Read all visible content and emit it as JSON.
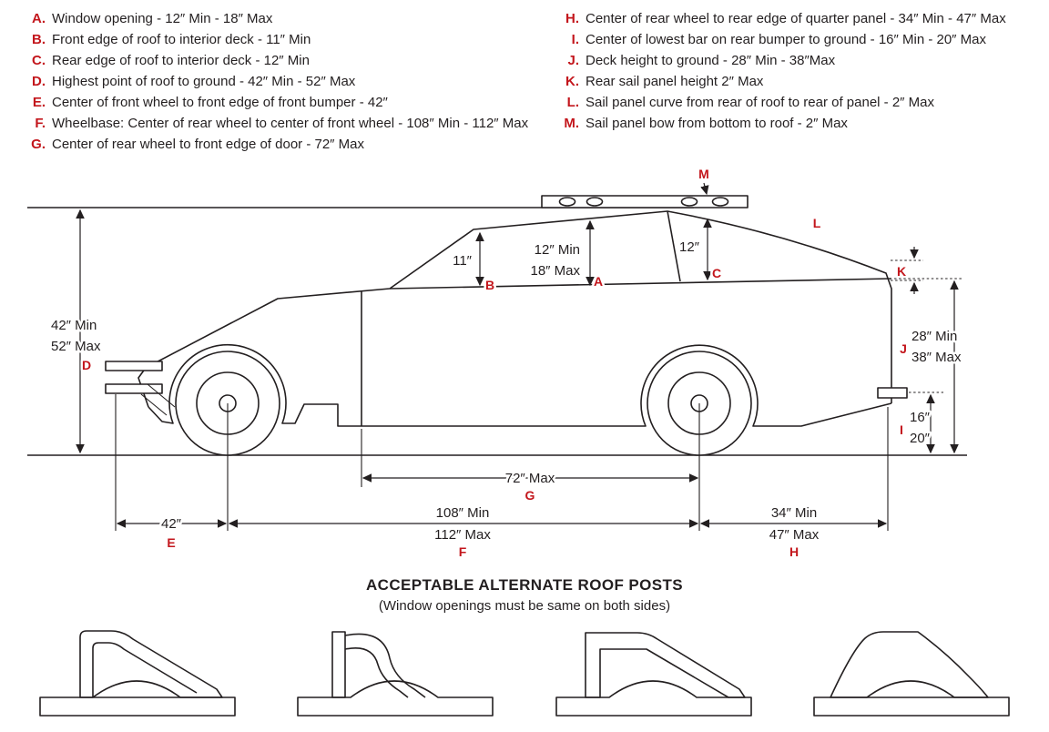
{
  "legend": {
    "left": [
      {
        "letter": "A.",
        "text": "Window opening - 12″ Min - 18″ Max"
      },
      {
        "letter": "B.",
        "text": "Front edge of roof to interior deck - 11″ Min"
      },
      {
        "letter": "C.",
        "text": "Rear edge of roof to interior deck - 12″ Min"
      },
      {
        "letter": "D.",
        "text": "Highest point of roof to ground - 42″ Min - 52″ Max"
      },
      {
        "letter": "E.",
        "text": "Center of front wheel to front edge of front bumper - 42″"
      },
      {
        "letter": "F.",
        "text": "Wheelbase: Center of rear wheel to center of front wheel - 108″ Min - 112″ Max"
      },
      {
        "letter": "G.",
        "text": "Center of rear wheel to front edge of door - 72″ Max"
      }
    ],
    "right": [
      {
        "letter": "H.",
        "text": "Center of rear wheel to rear edge of quarter panel - 34″ Min - 47″ Max"
      },
      {
        "letter": "I.",
        "text": "Center of lowest bar on rear bumper to ground - 16″ Min - 20″ Max"
      },
      {
        "letter": "J.",
        "text": "Deck height to ground - 28″ Min - 38″Max"
      },
      {
        "letter": "K.",
        "text": "Rear sail panel height 2″ Max"
      },
      {
        "letter": "L.",
        "text": "Sail panel curve from rear of roof to rear of panel - 2″ Max"
      },
      {
        "letter": "M.",
        "text": "Sail panel bow from bottom to roof - 2″ Max"
      }
    ]
  },
  "dims": {
    "a": {
      "l1": "12″ Min",
      "l2": "18″ Max",
      "k": "A"
    },
    "b": {
      "l1": "11″",
      "k": "B"
    },
    "c": {
      "l1": "12″",
      "k": "C"
    },
    "d": {
      "l1": "42″ Min",
      "l2": "52″ Max",
      "k": "D"
    },
    "e": {
      "l1": "42″",
      "k": "E"
    },
    "f": {
      "l1": "108″ Min",
      "l2": "112″ Max",
      "k": "F"
    },
    "g": {
      "l1": "72″ Max",
      "k": "G"
    },
    "h": {
      "l1": "34″ Min",
      "l2": "47″ Max",
      "k": "H"
    },
    "i": {
      "l1": "16″",
      "l2": "20″",
      "k": "I"
    },
    "j": {
      "l1": "28″ Min",
      "l2": "38″ Max",
      "k": "J"
    },
    "k": {
      "k": "K"
    },
    "l": {
      "k": "L"
    },
    "m": {
      "k": "M"
    }
  },
  "footer": {
    "title": "ACCEPTABLE ALTERNATE ROOF POSTS",
    "subtitle": "(Window openings must be same on both sides)"
  },
  "colors": {
    "accent_red": "#c3161c",
    "line_dark": "#231f20"
  }
}
